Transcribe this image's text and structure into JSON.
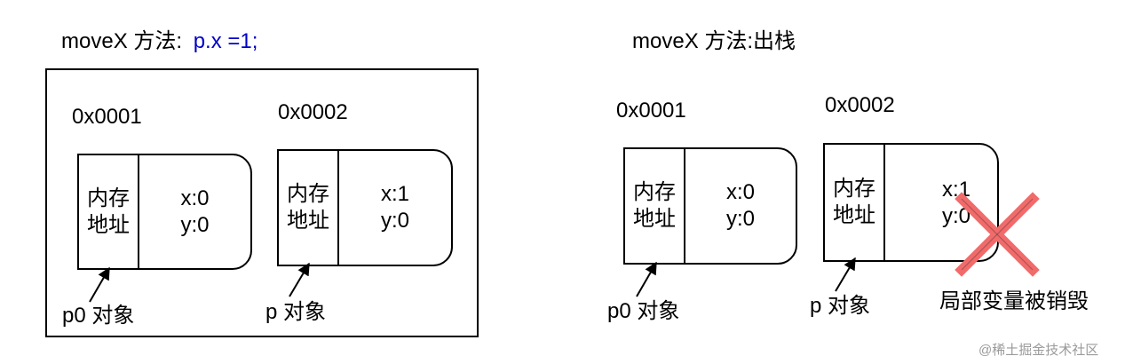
{
  "left_panel": {
    "heading_prefix": "moveX 方法:",
    "heading_code": "p.x =1;",
    "addr1": "0x0001",
    "addr2": "0x0002",
    "cell1": {
      "label_line1": "内存",
      "label_line2": "地址",
      "x": "x:0",
      "y": "y:0"
    },
    "cell2": {
      "label_line1": "内存",
      "label_line2": "地址",
      "x": "x:1",
      "y": "y:0"
    },
    "pointer1": "p0 对象",
    "pointer2": "p 对象"
  },
  "right_panel": {
    "heading": "moveX 方法:出栈",
    "addr1": "0x0001",
    "addr2": "0x0002",
    "cell1": {
      "label_line1": "内存",
      "label_line2": "地址",
      "x": "x:0",
      "y": "y:0"
    },
    "cell2": {
      "label_line1": "内存",
      "label_line2": "地址",
      "x": "x:1",
      "y": "y:0"
    },
    "pointer1": "p0 对象",
    "pointer2": "p 对象",
    "destroyed_note": "局部变量被销毁",
    "cross_color": "#f26b6b"
  },
  "watermark": "@稀土掘金技术社区"
}
